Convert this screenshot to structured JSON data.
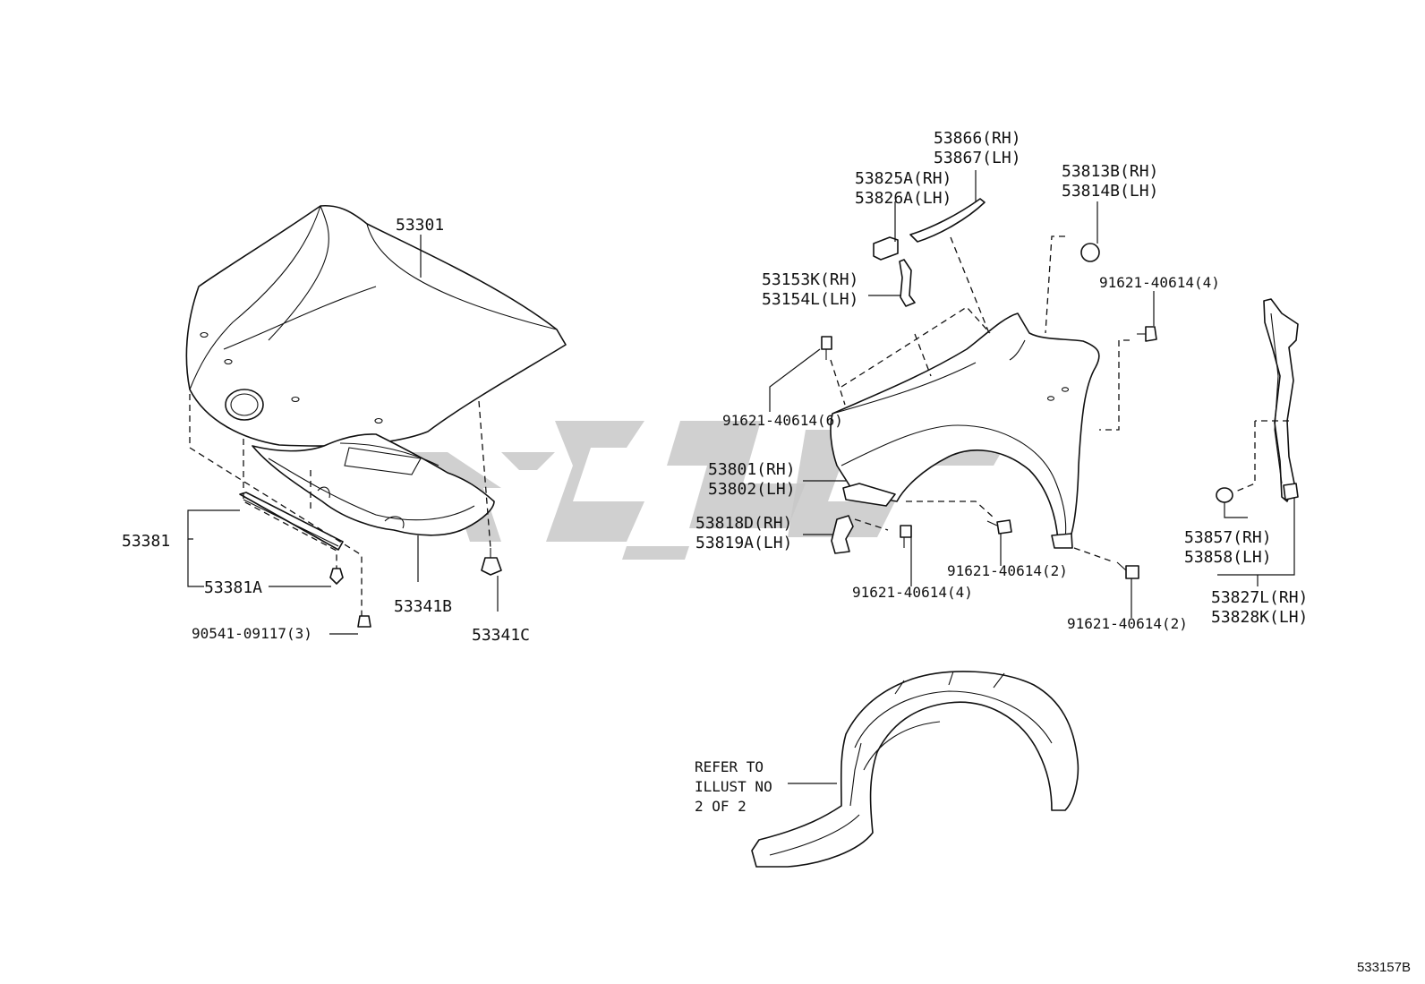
{
  "callouts": {
    "hood": "53301",
    "hood_seal": "53381",
    "hood_seal_sub": "53381A",
    "clip_hood": "90541-09117(3)",
    "hood_insulator": "53341B",
    "insulator_retainer": "53341C",
    "seal_b_rh": "53866(RH)",
    "seal_b_lh": "53867(LH)",
    "bracket_a_rh": "53825A(RH)",
    "bracket_a_lh": "53826A(LH)",
    "cushion_rh": "53813B(RH)",
    "cushion_lh": "53814B(LH)",
    "bracket_k_rh": "53153K(RH)",
    "bracket_l_lh": "53154L(LH)",
    "bolt_top_right": "91621-40614(4)",
    "bolt_left": "91621-40614(6)",
    "fender_rh": "53801(RH)",
    "fender_lh": "53802(LH)",
    "bracket_d_rh": "53818D(RH)",
    "bracket_a2_lh": "53819A(LH)",
    "bolt_bottom_left": "91621-40614(4)",
    "bolt_bottom_mid": "91621-40614(2)",
    "bolt_bottom_right": "91621-40614(2)",
    "clip_rh": "53857(RH)",
    "clip_lh": "53858(LH)",
    "seal_l_rh": "53827L(RH)",
    "seal_k_lh": "53828K(LH)",
    "refer_line1": "REFER TO",
    "refer_line2": "ILLUST NO",
    "refer_line3": "2 OF 2"
  },
  "document_id": "533157B"
}
